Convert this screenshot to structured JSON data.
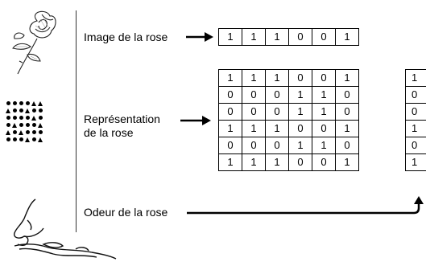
{
  "labels": {
    "image": "Image de la rose",
    "representation_line1": "Représentation",
    "representation_line2": "de la rose",
    "odeur": "Odeur de la rose"
  },
  "image_vector": [
    "1",
    "1",
    "1",
    "0",
    "0",
    "1"
  ],
  "representation_matrix": [
    [
      "1",
      "1",
      "1",
      "0",
      "0",
      "1"
    ],
    [
      "0",
      "0",
      "0",
      "1",
      "1",
      "0"
    ],
    [
      "0",
      "0",
      "0",
      "1",
      "1",
      "0"
    ],
    [
      "1",
      "1",
      "1",
      "0",
      "0",
      "1"
    ],
    [
      "0",
      "0",
      "0",
      "1",
      "1",
      "0"
    ],
    [
      "1",
      "1",
      "1",
      "0",
      "0",
      "1"
    ]
  ],
  "odeur_column": [
    "1",
    "0",
    "0",
    "1",
    "0",
    "1"
  ],
  "dot_pattern": [
    [
      "dot",
      "dot",
      "dot",
      "dot",
      "tri",
      "tri"
    ],
    [
      "tri",
      "dot",
      "dot",
      "tri",
      "dot",
      "dot"
    ],
    [
      "dot",
      "dot",
      "dot",
      "dot",
      "tri",
      "dot"
    ],
    [
      "dot",
      "tri",
      "dot",
      "dot",
      "dot",
      "tri"
    ],
    [
      "tri",
      "dot",
      "tri",
      "dot",
      "dot",
      "dot"
    ],
    [
      "dot",
      "dot",
      "dot",
      "tri",
      "dot",
      "tri"
    ]
  ],
  "icons": {
    "rose": "rose-drawing-icon",
    "pattern": "dot-triangle-pattern-icon",
    "nose": "nose-drawing-icon"
  }
}
